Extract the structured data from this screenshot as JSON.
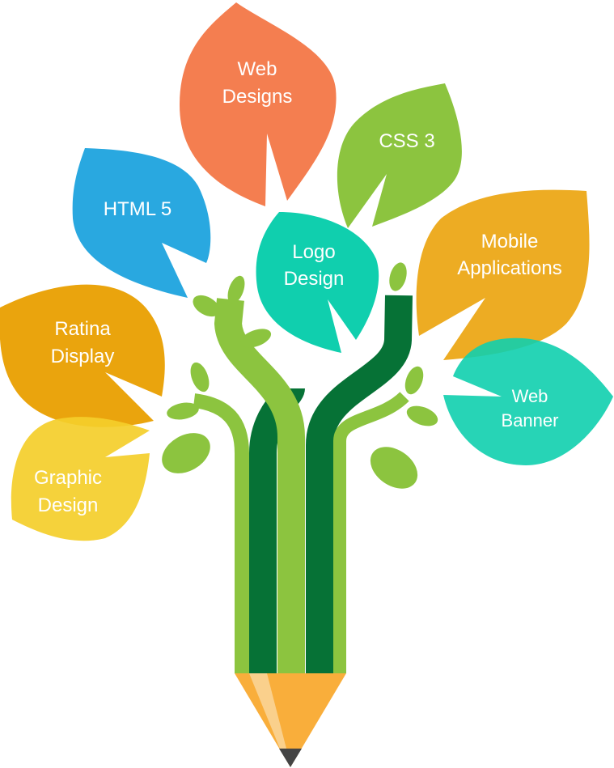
{
  "colors": {
    "web_designs": "#F47E50",
    "css3": "#8CC43F",
    "html5": "#29A8E0",
    "logo_design": "#10CFAE",
    "mobile_apps": "#EDAC23",
    "ratina_display": "#EAA40D",
    "graphic_design": "#F4CE2A",
    "web_banner": "#0FCFAE",
    "stem_light": "#8CC43F",
    "stem_dark": "#067236",
    "pencil_tip": "#F9AE3B",
    "pencil_tip_light": "#FAD08C",
    "pencil_lead": "#444444"
  },
  "leaves": {
    "web_designs": {
      "line1": "Web",
      "line2": "Designs"
    },
    "css3": {
      "line1": "CSS 3"
    },
    "html5": {
      "line1": "HTML 5"
    },
    "logo_design": {
      "line1": "Logo",
      "line2": "Design"
    },
    "mobile_apps": {
      "line1": "Mobile",
      "line2": "Applications"
    },
    "ratina_display": {
      "line1": "Ratina",
      "line2": "Display"
    },
    "graphic_design": {
      "line1": "Graphic",
      "line2": "Design"
    },
    "web_banner": {
      "line1": "Web",
      "line2": "Banner"
    }
  }
}
